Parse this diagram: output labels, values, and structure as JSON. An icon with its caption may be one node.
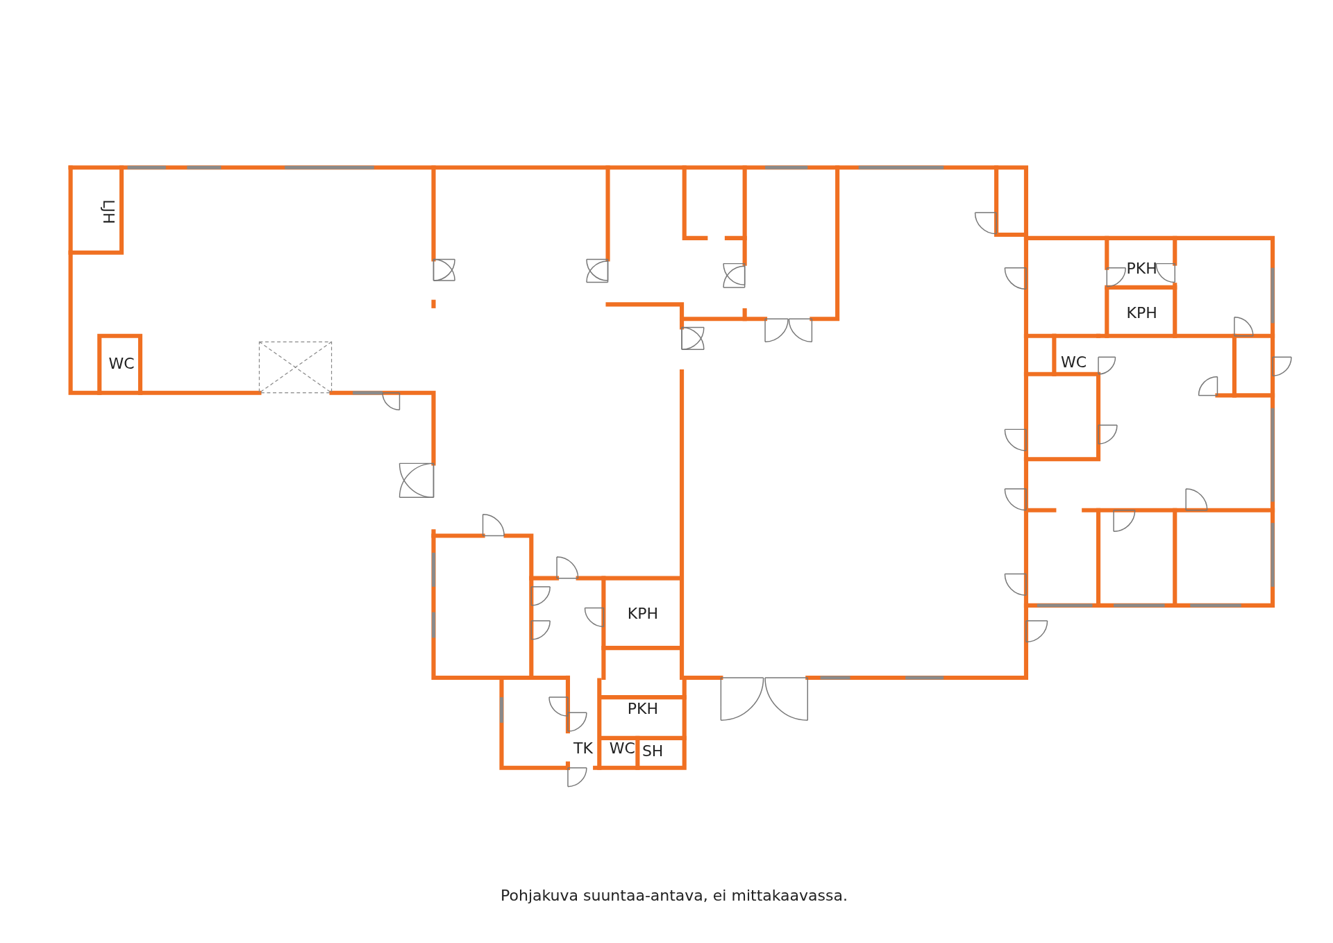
{
  "diagram": {
    "caption": "Pohjakuva suuntaa-antava, ei mittakaavassa.",
    "labels": [
      "LJH",
      "PKH",
      "KPH",
      "WC",
      "WC",
      "KPH",
      "PKH",
      "TK",
      "WC",
      "SH"
    ]
  }
}
